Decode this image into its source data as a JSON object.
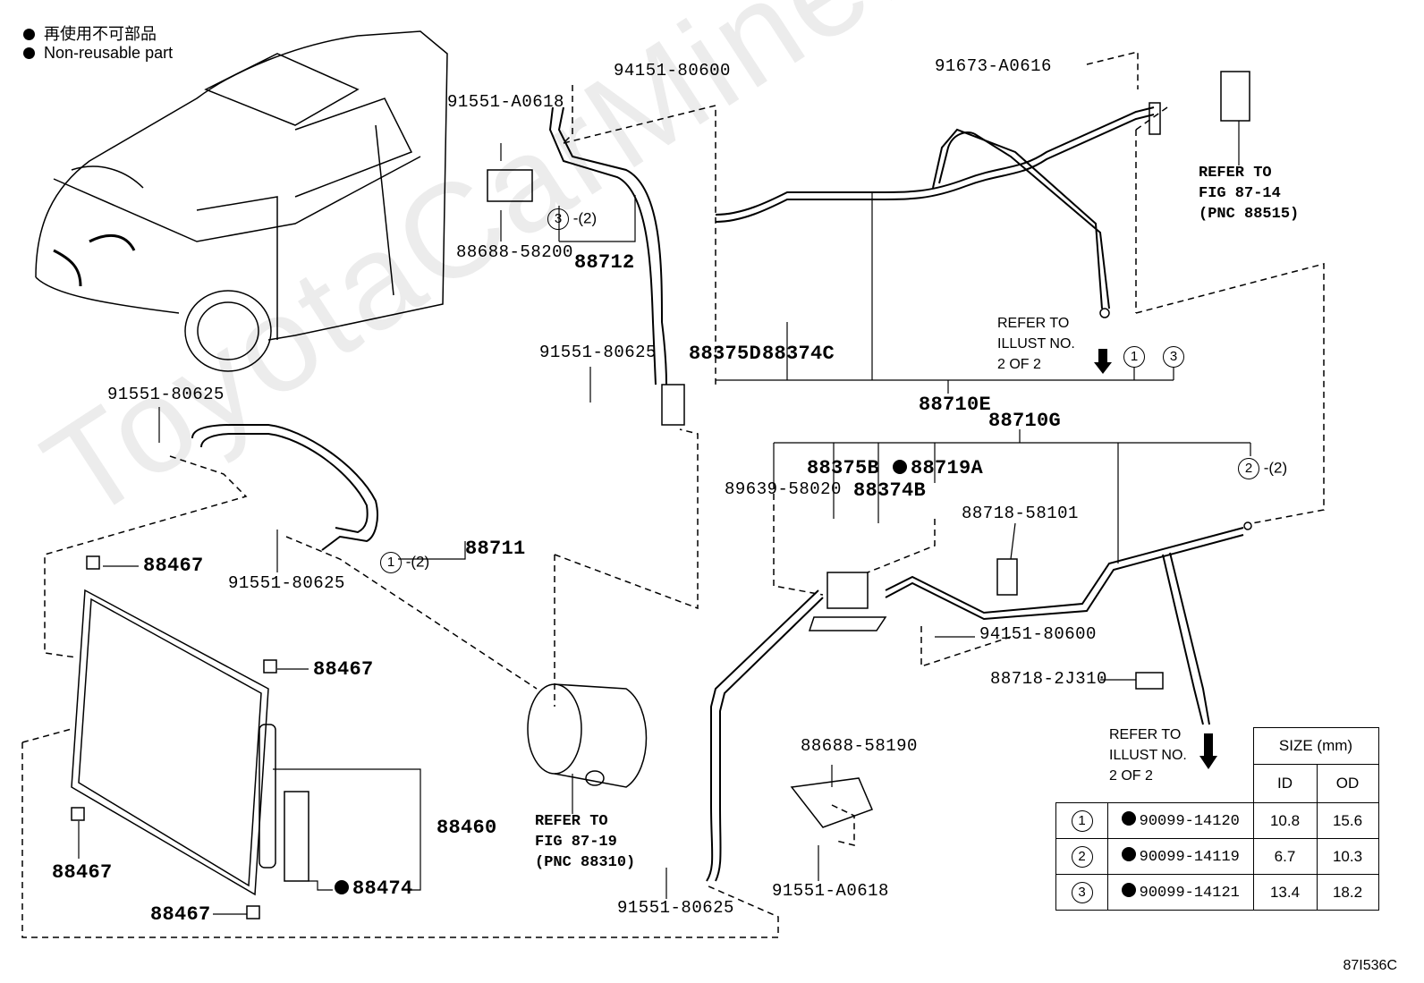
{
  "legend": [
    {
      "text": "再使用不可部品"
    },
    {
      "text": "Non-reusable part"
    }
  ],
  "watermark": "ToyotaCarMine.ru",
  "diagram_code": "87I536C",
  "part_labels": {
    "p94151_80600_top": "94151-80600",
    "p91551_A0618_top": "91551-A0618",
    "p91673_A0616": "91673-A0616",
    "p88688_58200": "88688-58200",
    "p88712": "88712",
    "p91551_80625_mid": "91551-80625",
    "p88375D": "88375D",
    "p88374C": "88374C",
    "p88710E": "88710E",
    "p88710G": "88710G",
    "p91551_80625_left": "91551-80625",
    "p88375B": "88375B",
    "p88719A": "88719A",
    "p89639_58020": "89639-58020",
    "p88374B": "88374B",
    "p88718_58101": "88718-58101",
    "p88711": "88711",
    "p91551_80625_low": "91551-80625",
    "p88467_a": "88467",
    "p88467_b": "88467",
    "p88467_c": "88467",
    "p88467_d": "88467",
    "p94151_80600_low": "94151-80600",
    "p88718_2J310": "88718-2J310",
    "p88688_58190": "88688-58190",
    "p88460": "88460",
    "p88474": "88474",
    "p91551_A0618_low": "91551-A0618",
    "p91551_80625_bottom": "91551-80625"
  },
  "circle_refs": {
    "c3_count": "3",
    "c3_qty": "-(2)",
    "c1_count": "1",
    "c1_qty": "-(2)",
    "c2_count": "2",
    "c2_qty": "-(2)",
    "c1_right": "1",
    "c3_right": "3"
  },
  "refer_notes": {
    "fig_87_14": "REFER TO\nFIG 87-14\n(PNC 88515)",
    "illust_top": "REFER TO\nILLUST NO.\n2 OF 2",
    "fig_87_19": "REFER TO\nFIG 87-19\n(PNC 88310)",
    "illust_bottom": "REFER TO\nILLUST NO.\n2 OF 2"
  },
  "size_table": {
    "header": "SIZE (mm)",
    "col_id": "ID",
    "col_od": "OD",
    "rows": [
      {
        "ref": "1",
        "part": "90099-14120",
        "id": "10.8",
        "od": "15.6"
      },
      {
        "ref": "2",
        "part": "90099-14119",
        "id": "6.7",
        "od": "10.3"
      },
      {
        "ref": "3",
        "part": "90099-14121",
        "id": "13.4",
        "od": "18.2"
      }
    ]
  }
}
